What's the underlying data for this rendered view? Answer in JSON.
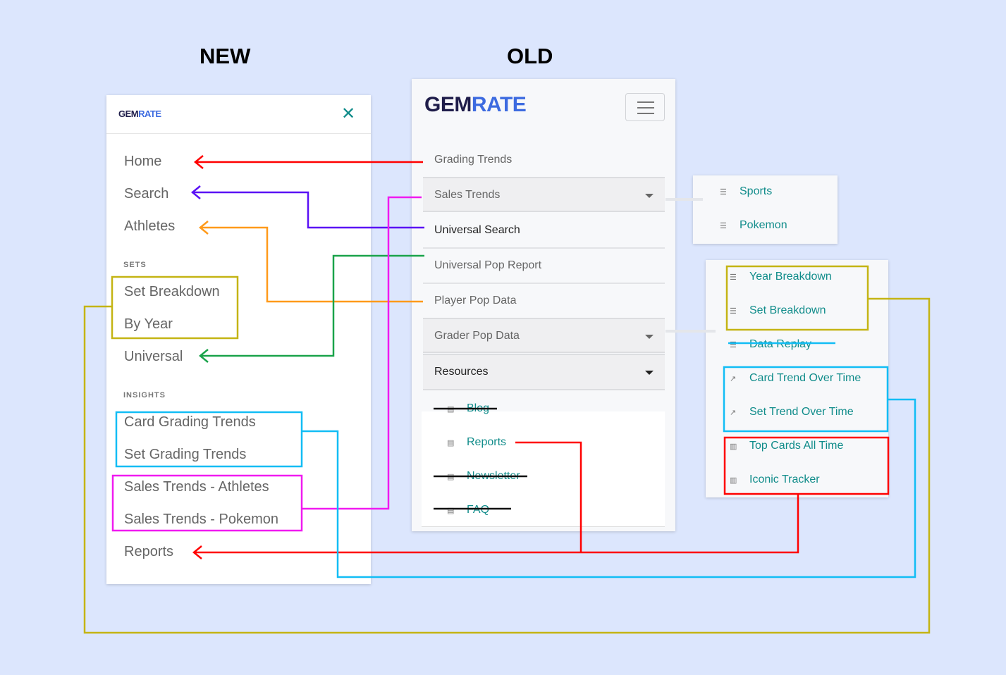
{
  "labels": {
    "new": "NEW",
    "old": "OLD"
  },
  "logo": {
    "part1": "GEM",
    "part2": "RATE"
  },
  "new_menu": {
    "close_icon": "close-icon",
    "items": [
      "Home",
      "Search",
      "Athletes"
    ],
    "sets_heading": "SETS",
    "sets": [
      "Set Breakdown",
      "By Year",
      "Universal"
    ],
    "insights_heading": "INSIGHTS",
    "insights": [
      "Card Grading Trends",
      "Set Grading Trends",
      "Sales Trends - Athletes",
      "Sales Trends - Pokemon",
      "Reports"
    ]
  },
  "old_menu": {
    "items": [
      "Grading Trends",
      "Sales Trends",
      "Universal Search",
      "Universal Pop Report",
      "Player Pop Data",
      "Grader Pop Data",
      "Resources"
    ],
    "resources": [
      "Blog",
      "Reports",
      "Newsletter",
      "FAQ"
    ]
  },
  "sales_submenu": [
    "Sports",
    "Pokemon"
  ],
  "grader_submenu": [
    "Year Breakdown",
    "Set Breakdown",
    "Data Replay",
    "Card Trend Over Time",
    "Set Trend Over Time",
    "Top Cards All Time",
    "Iconic Tracker"
  ],
  "colors": {
    "bg": "#dce6fd",
    "teal": "#108c8a",
    "red": "#ff0000",
    "purple": "#5a10f5",
    "orange": "#ff9a1a",
    "green": "#1aa34a",
    "magenta": "#f01af0",
    "yellow": "#c4b414",
    "cyan": "#12bdf5"
  }
}
